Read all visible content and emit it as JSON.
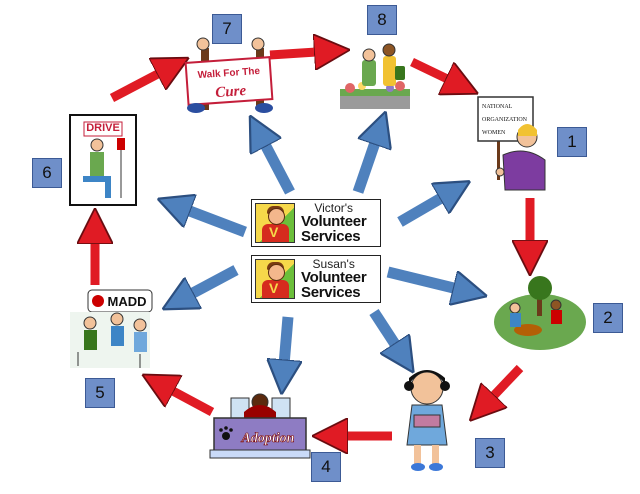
{
  "nodes": [
    {
      "number": "1",
      "sign": [
        "NATIONAL",
        "ORGANIZATION",
        "WOMEN"
      ]
    },
    {
      "number": "2"
    },
    {
      "number": "3"
    },
    {
      "number": "4",
      "banner": "Adoption"
    },
    {
      "number": "5",
      "sign": "MADD"
    },
    {
      "number": "6",
      "sign": "DRIVE"
    },
    {
      "number": "7",
      "banner": [
        "Walk For The",
        "Cure"
      ]
    },
    {
      "number": "8"
    }
  ],
  "center": [
    {
      "name": "Victor's",
      "line1": "Volunteer",
      "line2": "Services"
    },
    {
      "name": "Susan's",
      "line1": "Volunteer",
      "line2": "Services"
    }
  ],
  "colors": {
    "cycle_arrow": "#e01b24",
    "hub_arrow": "#4f81bd",
    "badge": "#6f8fc9"
  }
}
